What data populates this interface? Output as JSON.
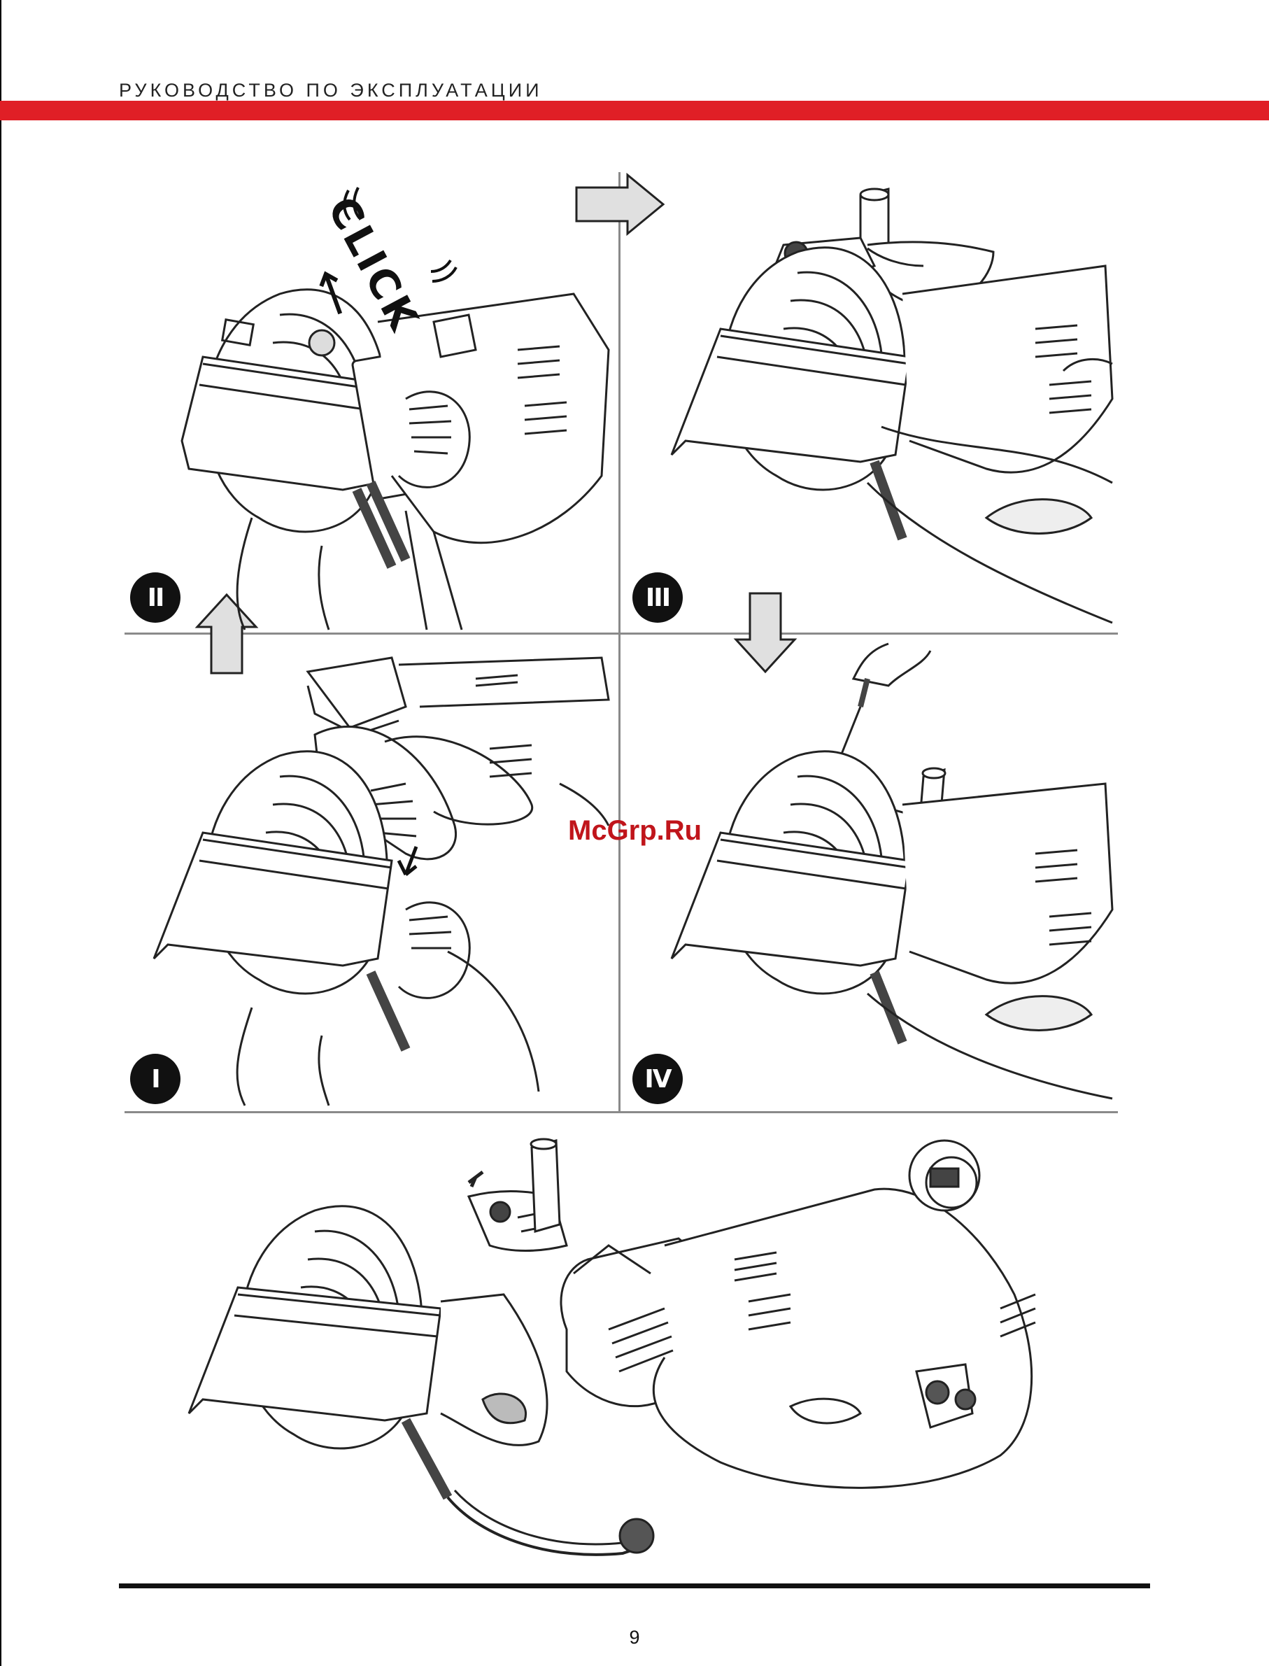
{
  "header": {
    "title": "РУКОВОДСТВО ПО ЭКСПЛУАТАЦИИ",
    "accent_color": "#e01f26"
  },
  "panels": [
    {
      "step": "I"
    },
    {
      "step": "II",
      "sound_label": "CLICK"
    },
    {
      "step": "III"
    },
    {
      "step": "IV"
    }
  ],
  "watermark": "McGrp.Ru",
  "footer": {
    "page_number": "9"
  }
}
